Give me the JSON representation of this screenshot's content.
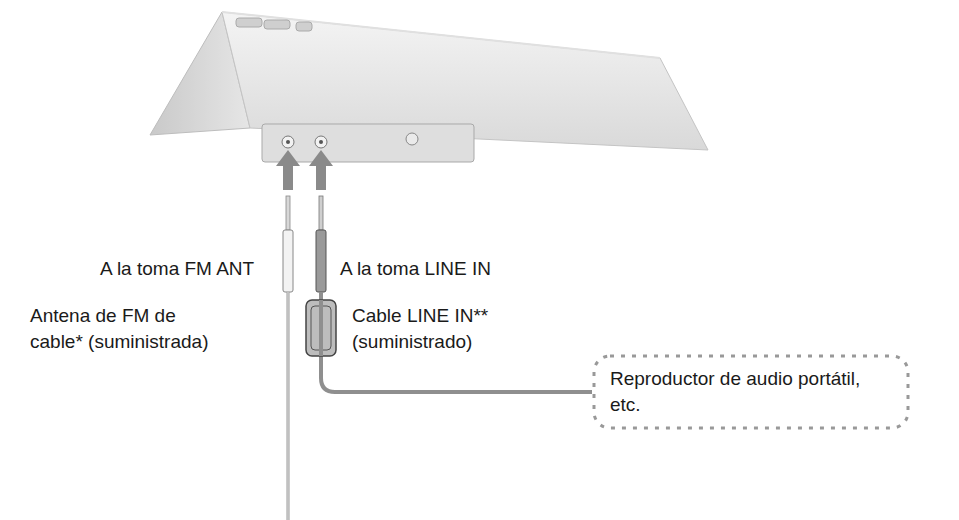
{
  "diagram": {
    "nodes": [
      {
        "text": [
          "Reproductor de audio portátil, etc."
        ]
      }
    ],
    "labels": [
      "A la toma FM ANT",
      "A la toma LINE IN",
      "Antena de FM de cable* (suministrada)",
      "Cable LINE IN** (suministrado)"
    ]
  }
}
